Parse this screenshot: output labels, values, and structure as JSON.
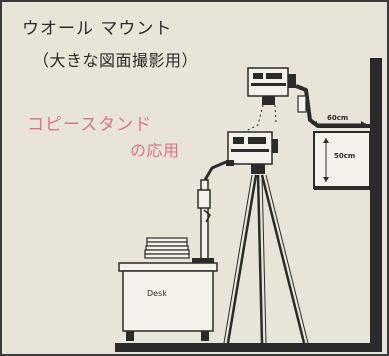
{
  "labels": {
    "wall_mount": "ウオール マウント",
    "wall_mount_sub": "（大きな図面撮影用）",
    "copy_stand": "コピースタンド",
    "copy_stand_sub": "の応用",
    "dim_horizontal": "60cm",
    "dim_vertical": "50cm",
    "desk": "Desk"
  },
  "colors": {
    "background": "#e9e4d8",
    "ink": "#2b2b2b",
    "accent_pink": "#d7758c"
  }
}
